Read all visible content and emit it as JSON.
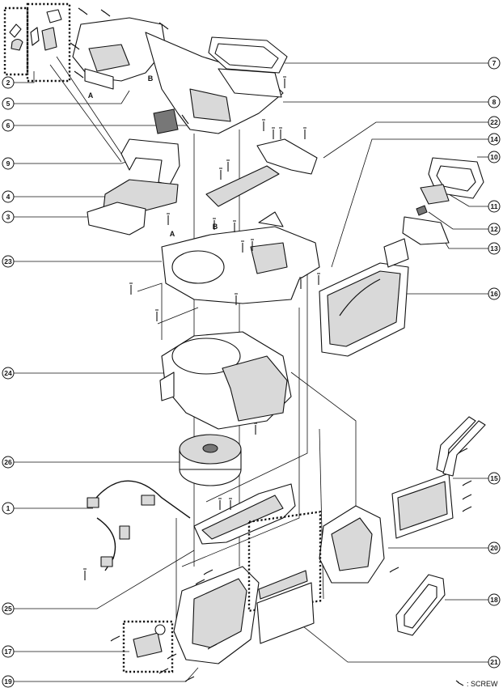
{
  "callouts": {
    "c1": "1",
    "c2": "2",
    "c3": "3",
    "c4": "4",
    "c5": "5",
    "c6": "6",
    "c7": "7",
    "c8": "8",
    "c9": "9",
    "c10": "10",
    "c11": "11",
    "c12": "12",
    "c13": "13",
    "c14": "14",
    "c15": "15",
    "c16": "16",
    "c17": "17",
    "c18": "18",
    "c19": "19",
    "c20": "20",
    "c21": "21",
    "c22": "22",
    "c23": "23",
    "c24": "24",
    "c25": "25",
    "c26": "26"
  },
  "ref_letters": {
    "a_top": "A",
    "b_top": "B",
    "a_mid": "A",
    "b_mid": "B"
  },
  "legend": {
    "label": ": SCREW"
  }
}
